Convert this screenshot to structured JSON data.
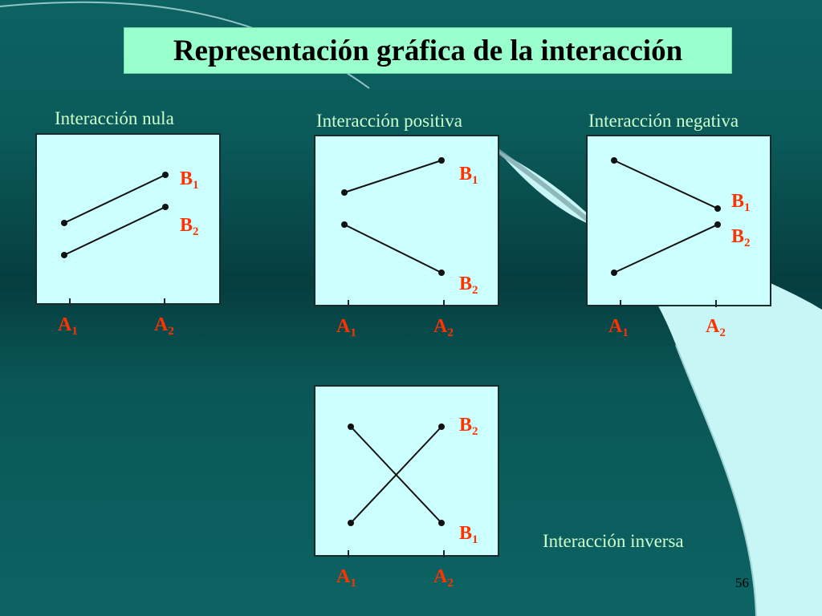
{
  "title": "Representación gráfica de la interacción",
  "slide_number": "56",
  "colors": {
    "title_bg": "#99ffcc",
    "panel_bg": "#ccffff",
    "label_red": "#ff3300",
    "caption_text": "#ccffcc"
  },
  "panels": {
    "nula": {
      "caption": "Interacción nula",
      "lines": {
        "B1": [
          2,
          3.5
        ],
        "B2": [
          1,
          2.5
        ]
      },
      "labels": {
        "b1": "B",
        "b1_sub": "1",
        "b2": "B",
        "b2_sub": "2",
        "a1": "A",
        "a1_sub": "1",
        "a2": "A",
        "a2_sub": "2"
      }
    },
    "positiva": {
      "caption": "Interacción positiva",
      "lines": {
        "B1": [
          3,
          4
        ],
        "B2": [
          2,
          0.5
        ]
      },
      "labels": {
        "b1": "B",
        "b1_sub": "1",
        "b2": "B",
        "b2_sub": "2",
        "a1": "A",
        "a1_sub": "1",
        "a2": "A",
        "a2_sub": "2"
      }
    },
    "negativa": {
      "caption": "Interacción negativa",
      "lines": {
        "B1": [
          4,
          2.5
        ],
        "B2": [
          0.5,
          2
        ]
      },
      "labels": {
        "b1": "B",
        "b1_sub": "1",
        "b2": "B",
        "b2_sub": "2",
        "a1": "A",
        "a1_sub": "1",
        "a2": "A",
        "a2_sub": "2"
      }
    },
    "inversa": {
      "caption": "Interacción inversa",
      "lines": {
        "B1": [
          3.5,
          0.5
        ],
        "B2": [
          0.5,
          3.5
        ]
      },
      "labels": {
        "b1": "B",
        "b1_sub": "1",
        "b2": "B",
        "b2_sub": "2",
        "a1": "A",
        "a1_sub": "1",
        "a2": "A",
        "a2_sub": "2"
      }
    }
  }
}
